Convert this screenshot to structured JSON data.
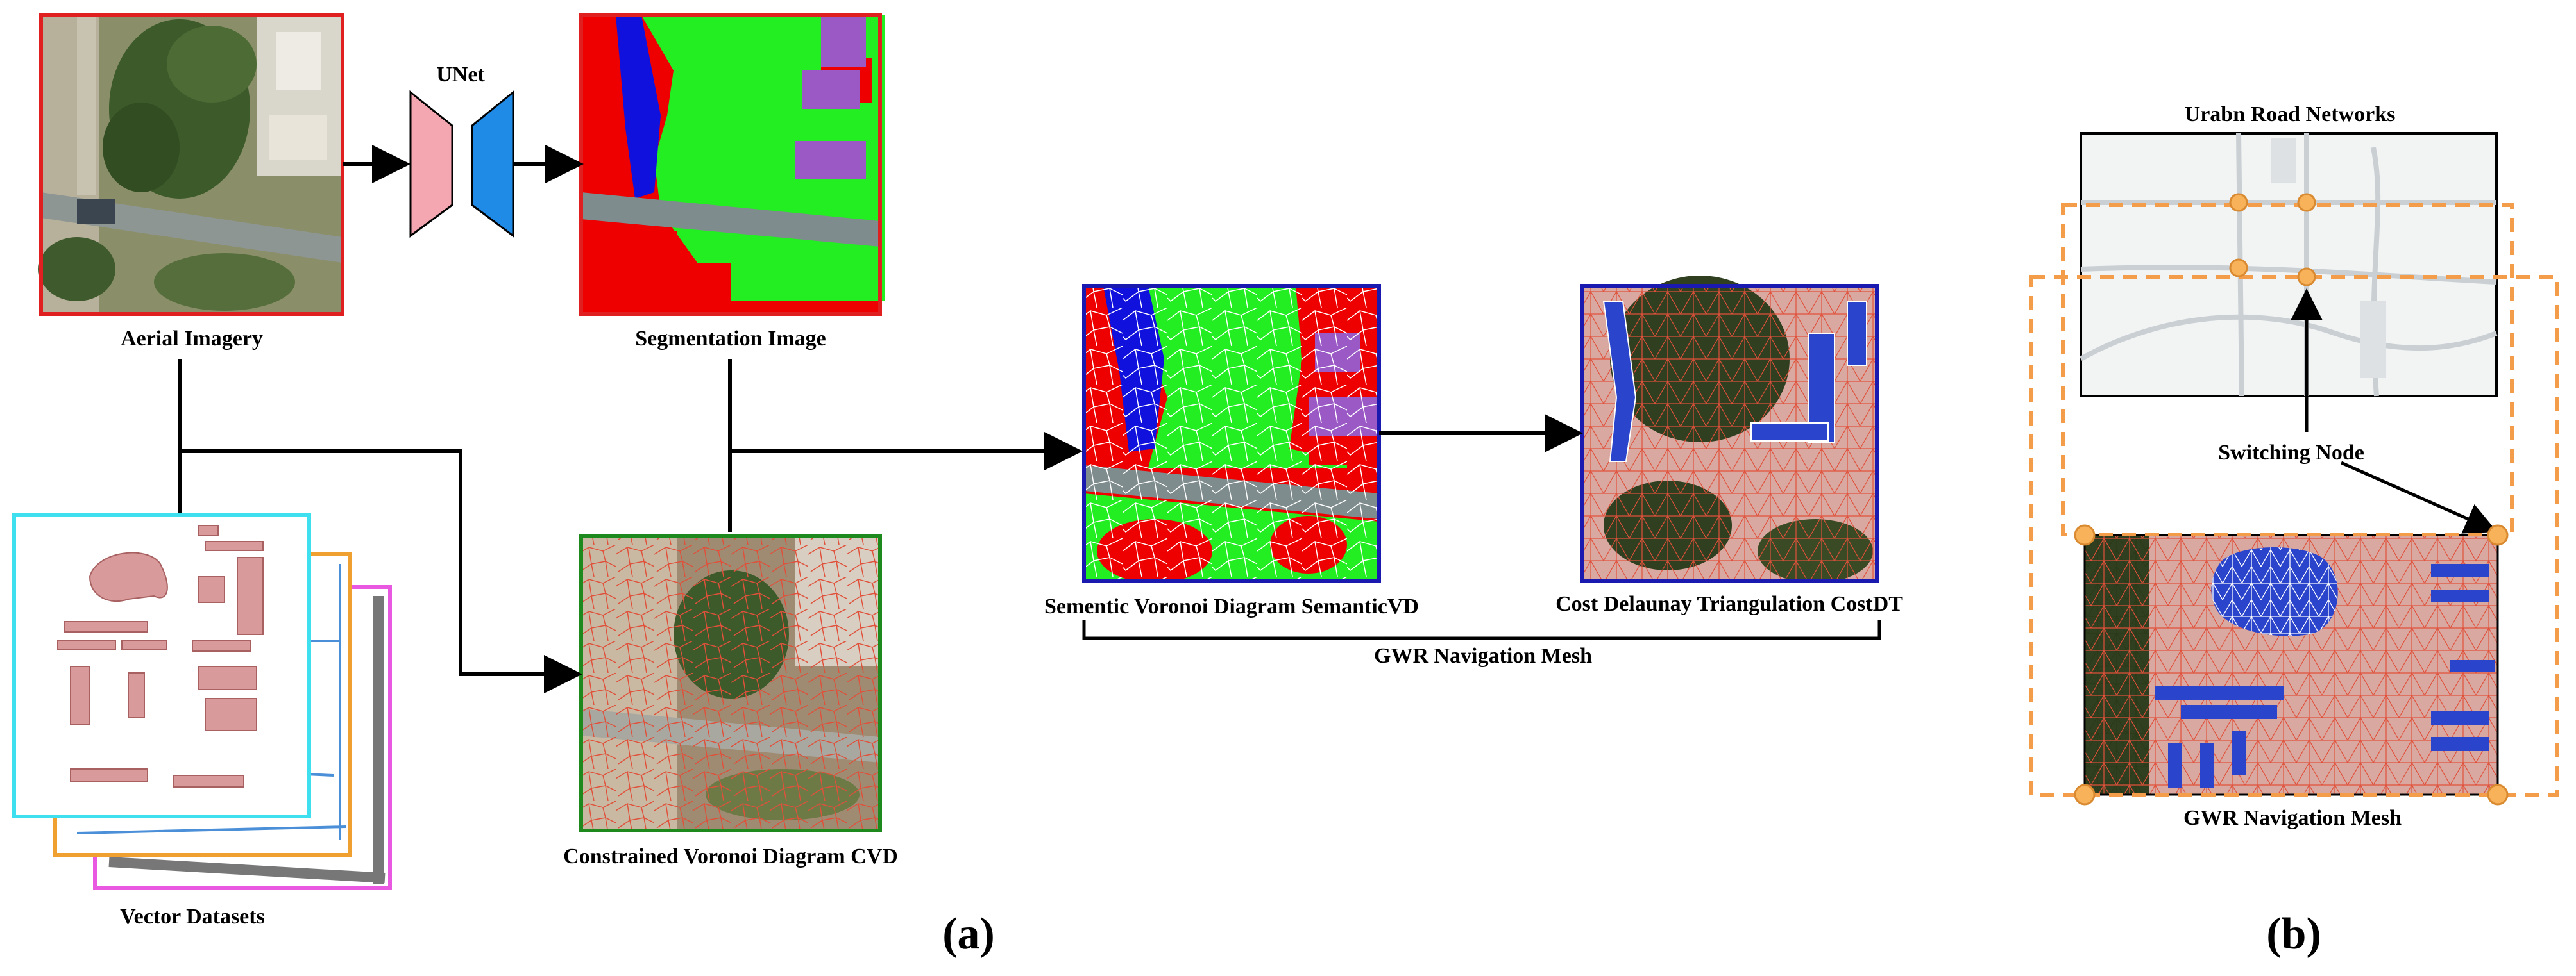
{
  "labels": {
    "aerial": "Aerial Imagery",
    "unet": "UNet",
    "segmentation": "Segmentation Image",
    "vector": "Vector Datasets",
    "cvd": "Constrained Voronoi Diagram CVD",
    "semantic_vd": "Sementic Voronoi Diagram SemanticVD",
    "cost_dt": "Cost Delaunay Triangulation CostDT",
    "gwr_mesh_a": "GWR Navigation Mesh",
    "road_networks": "Urabn Road Networks",
    "switching_node": "Switching Node",
    "gwr_mesh_b": "GWR Navigation Mesh",
    "panel_a": "(a)",
    "panel_b": "(b)"
  },
  "colors": {
    "aerial_frame": "#e02020",
    "segmentation_frame": "#e02020",
    "cvd_frame": "#1e8a1e",
    "semantic_frame": "#1a1ab0",
    "cost_frame": "#1a1ab0",
    "vector_layer_1": "#3ee0ef",
    "vector_layer_2": "#f0a030",
    "vector_layer_3": "#e858e0",
    "seg_building": "#ee0000",
    "seg_vegetation": "#22ee22",
    "seg_water": "#1111dd",
    "seg_road": "#7f8c8d",
    "seg_other": "#9b59c6",
    "unet_encoder": "#f4a7b0",
    "unet_decoder": "#1f8be6",
    "switch_node": "#f7b25a",
    "switch_box": "#f39c4a"
  },
  "icons": {
    "unet": "encoder-decoder-trapezoids",
    "arrow": "arrow-right"
  }
}
